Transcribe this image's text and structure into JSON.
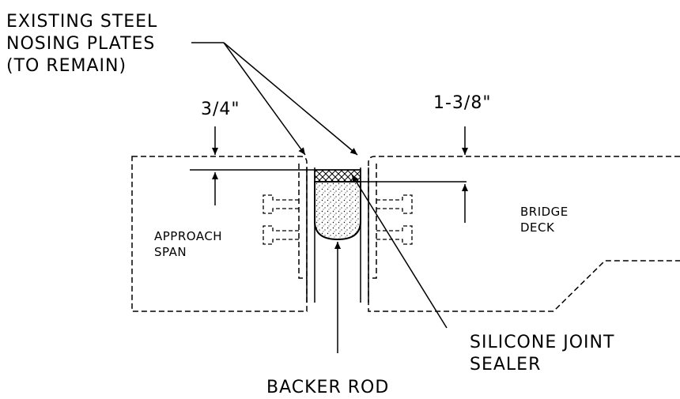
{
  "labels": {
    "nosing_line1": "EXISTING STEEL",
    "nosing_line2": "NOSING PLATES",
    "nosing_line3": "(TO REMAIN)",
    "dim_left": "3/4\"",
    "dim_right": "1-3/8\"",
    "bridge_line1": "BRIDGE",
    "bridge_line2": "DECK",
    "approach_line1": "APPROACH",
    "approach_line2": "SPAN",
    "silicone_line1": "SILICONE JOINT",
    "silicone_line2": "SEALER",
    "backer": "BACKER ROD"
  },
  "colors": {
    "ink": "#000000",
    "paper": "#ffffff"
  }
}
